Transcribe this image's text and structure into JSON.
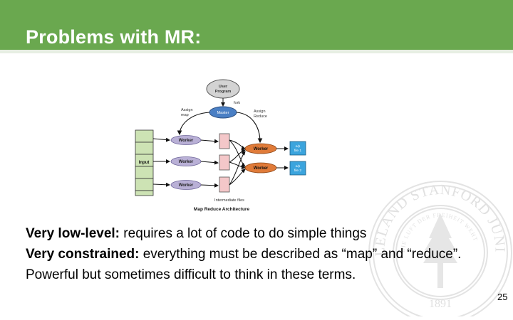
{
  "slide": {
    "title": "Problems with MR:",
    "page_number": "25",
    "colors": {
      "header": "#6aa84f",
      "master": "#4a7fc4",
      "worker_map": "#b9b0d6",
      "worker_reduce": "#e07b39",
      "output_file": "#3ba4dd",
      "intermediate": "#f4c7c9",
      "input": "#cde3b4"
    }
  },
  "diagram": {
    "user_program": [
      "User",
      "Program"
    ],
    "fork": "fork",
    "master": "Master",
    "assign_map": [
      "Assign",
      "map"
    ],
    "assign_reduce": [
      "Assign",
      "Reduce"
    ],
    "input": "Input",
    "map_workers": [
      "Worker",
      "Worker",
      "Worker"
    ],
    "reduce_workers": [
      "Worker",
      "Worker"
    ],
    "outputs": [
      [
        "o/p",
        "file 1"
      ],
      [
        "o/p",
        "file 2"
      ]
    ],
    "intermediate_label": "Intermediate files",
    "caption": "Map Reduce Architecture"
  },
  "body": {
    "line1_bold": "Very low-level:",
    "line1_rest": " requires a lot of code to do simple things",
    "line2_bold": "Very constrained:",
    "line2_rest": " everything must be described as “map” and “reduce”. Powerful but sometimes difficult to think in these terms."
  },
  "seal": {
    "text": "LELAND STANFORD JUNIOR UNIVERSITY",
    "inner": "DIE LUFT DER FREIHEIT WEHT",
    "year": "1891"
  }
}
